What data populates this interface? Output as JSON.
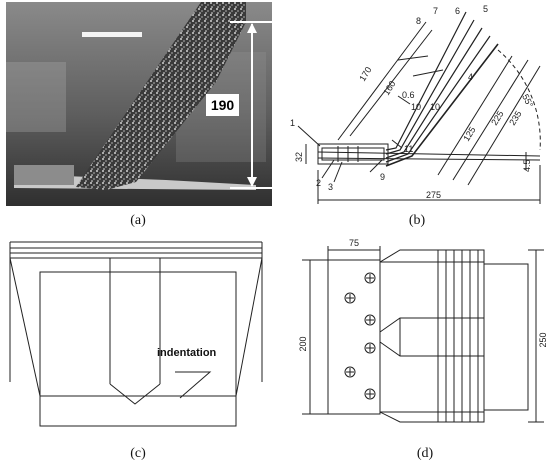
{
  "captions": {
    "a": "(a)",
    "b": "(b)",
    "c": "(c)",
    "d": "(d)"
  },
  "panel_a": {
    "height_label": "190"
  },
  "panel_b": {
    "callouts": [
      "1",
      "2",
      "3",
      "4",
      "5",
      "6",
      "7",
      "8",
      "9",
      "10",
      "11"
    ],
    "dimensions": {
      "d170": "170",
      "d160": "160",
      "d0_6": "0.6",
      "d10": "10",
      "d125": "125",
      "d225": "225",
      "d235": "235",
      "d55deg": "55°",
      "d32": "32",
      "d4_5": "4.5",
      "d275": "275"
    }
  },
  "panel_c": {
    "indentation_label": "indentation"
  },
  "panel_d": {
    "dim_top": "75",
    "dim_left": "200",
    "dim_right": "250"
  },
  "colors": {
    "line": "#222222",
    "photo_bg": "#6b6b6b"
  }
}
